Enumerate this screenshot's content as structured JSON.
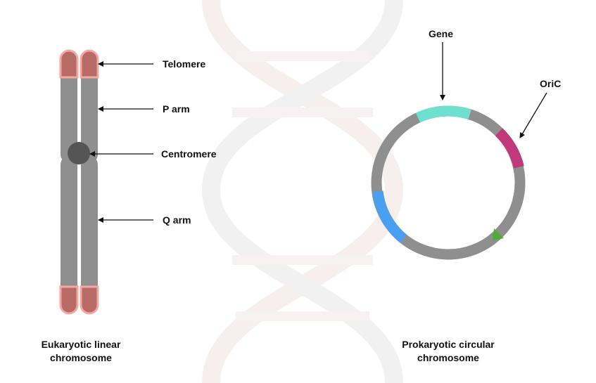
{
  "eukaryotic": {
    "labels": {
      "telomere": "Telomere",
      "p_arm": "P arm",
      "centromere": "Centromere",
      "q_arm": "Q arm"
    },
    "caption_line1": "Eukaryotic linear",
    "caption_line2": "chromosome"
  },
  "prokaryotic": {
    "labels": {
      "gene": "Gene",
      "oric": "OriC"
    },
    "caption_line1": "Prokaryotic circular",
    "caption_line2": "chromosome"
  },
  "colors": {
    "chromatid": "#8f8f8f",
    "telomere_fill": "#b86a66",
    "telomere_outline": "#f2a9a3",
    "centromere": "#555555",
    "gene": "#6ee0cf",
    "oric": "#c0397a",
    "blue_segment": "#4aa0f0",
    "marker": "#4caf2f",
    "watermark": "#f6efef"
  }
}
